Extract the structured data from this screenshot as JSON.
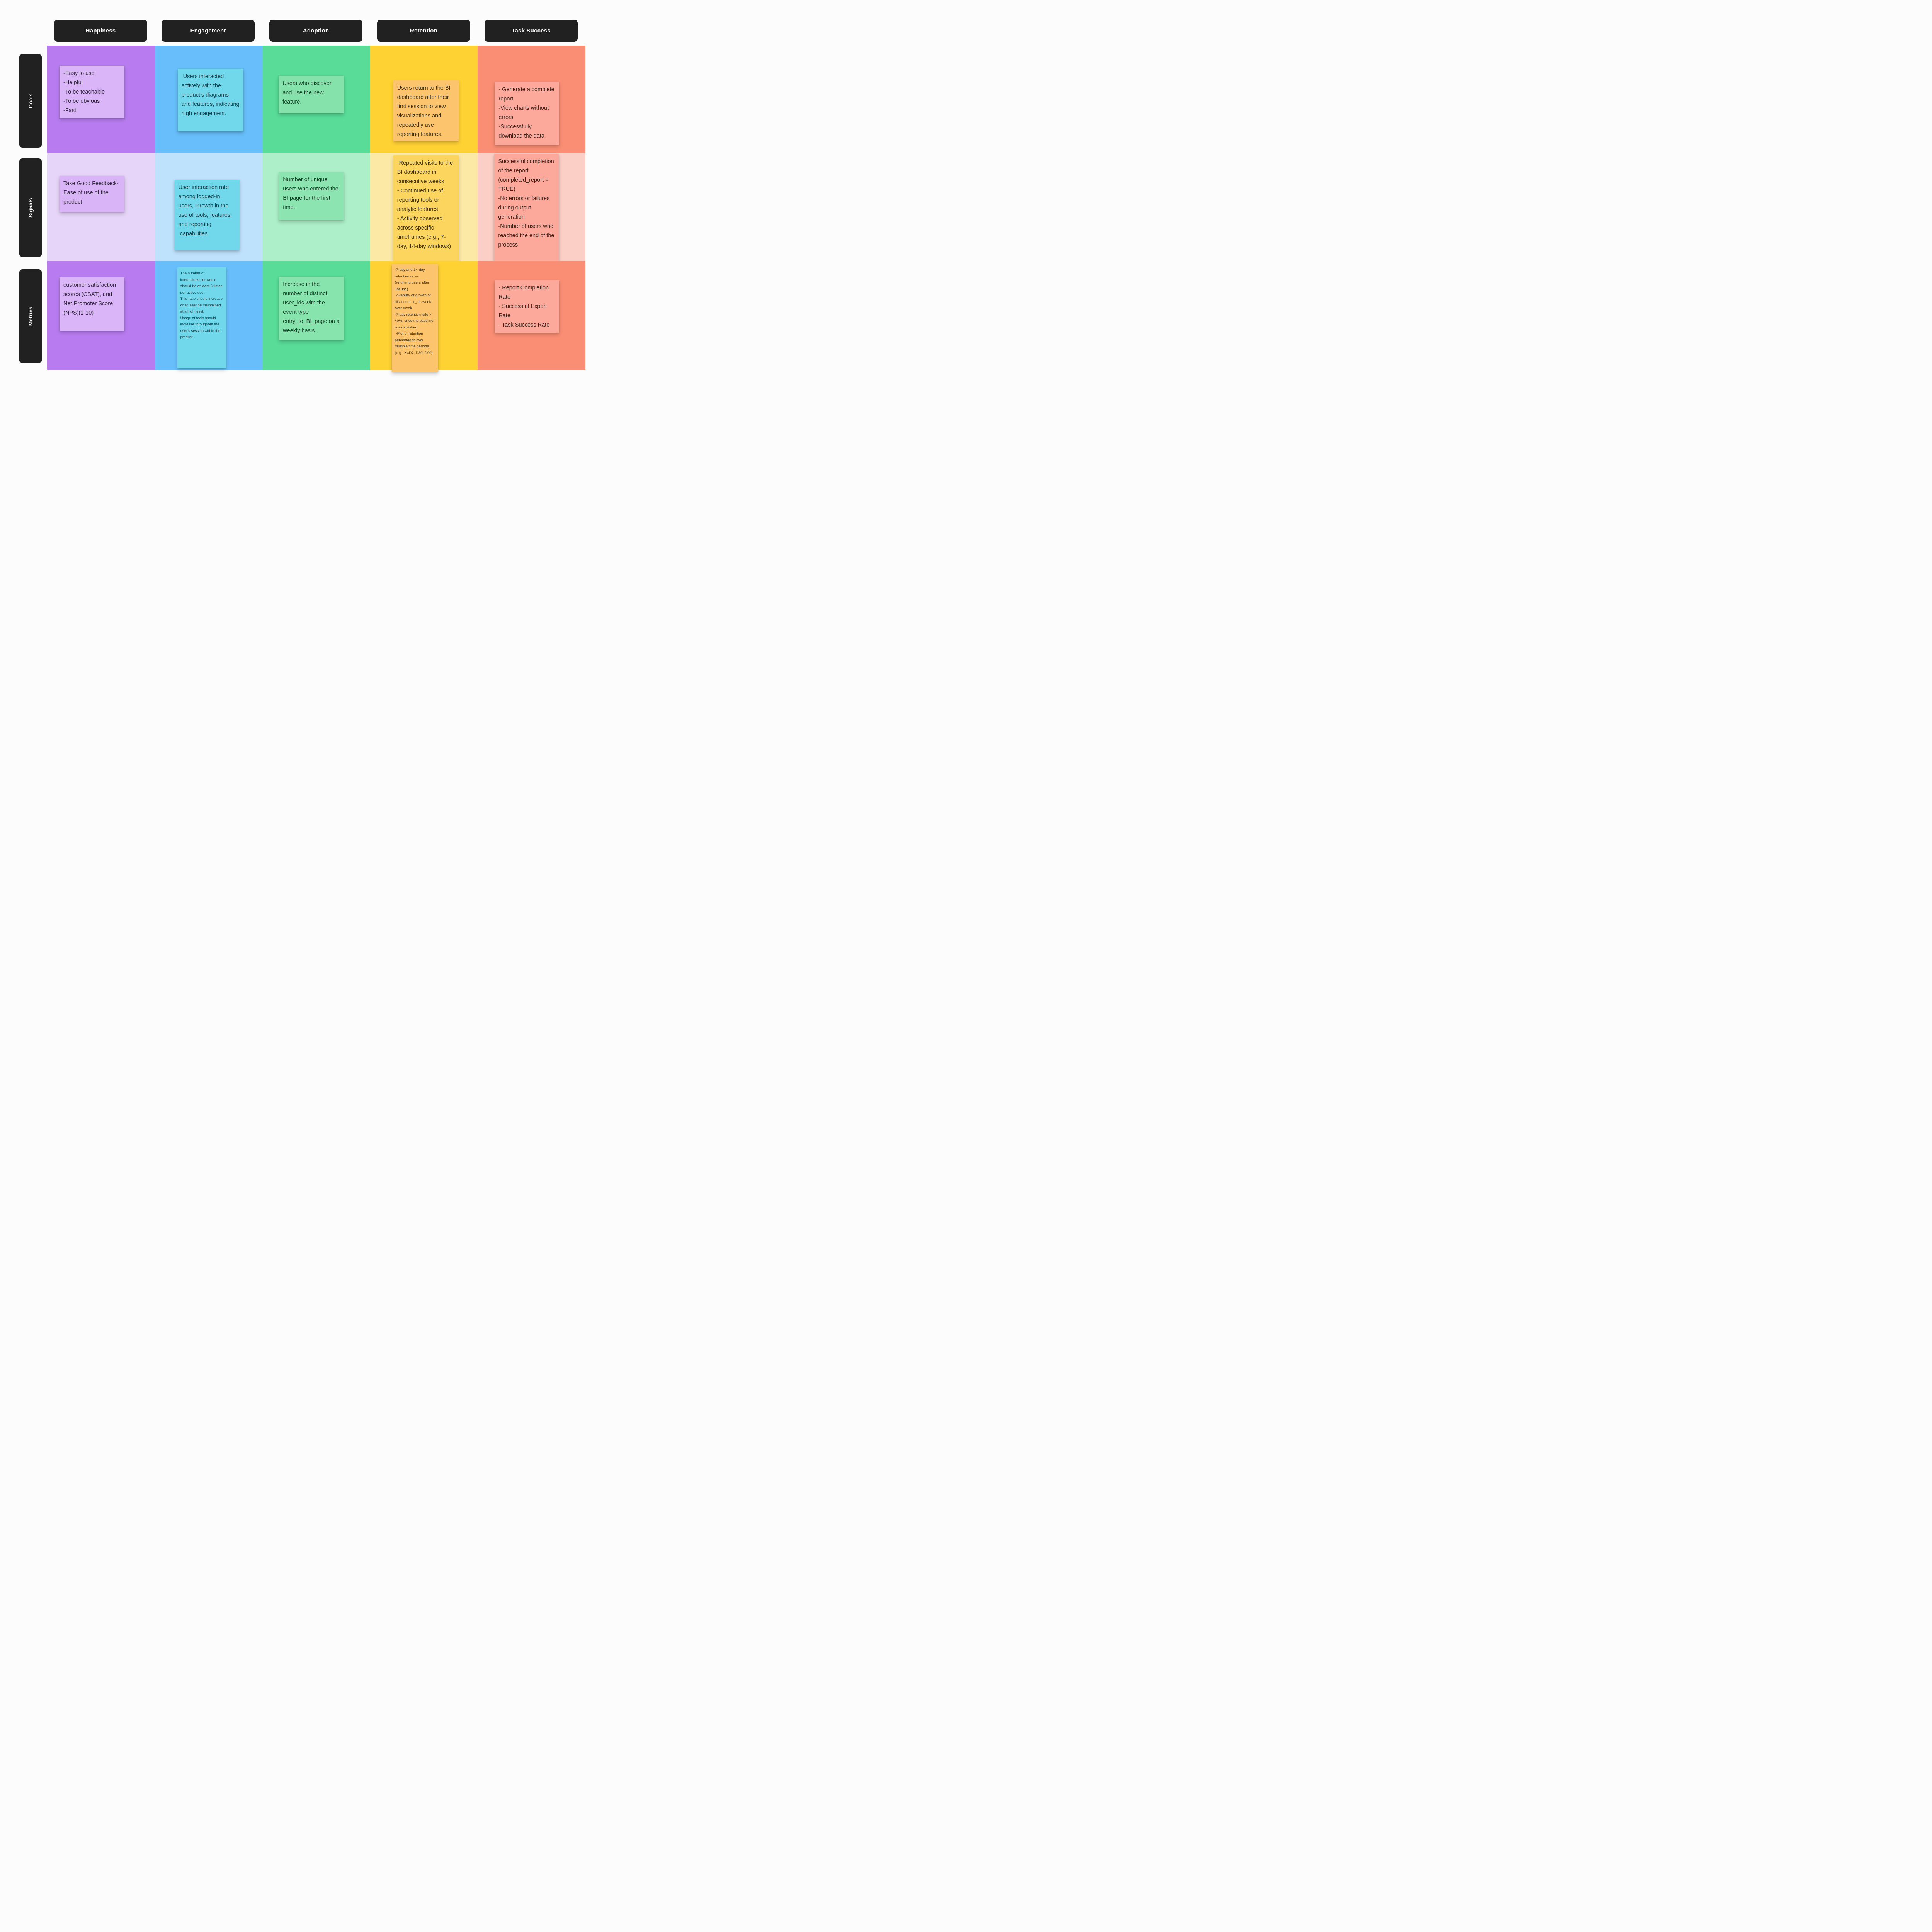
{
  "board": {
    "theme": {
      "page_background": "#FCFCFC",
      "header_bg": "#212121",
      "header_text": "#FFFFFF"
    },
    "row_labels": [
      {
        "label": "Goals"
      },
      {
        "label": "Signals"
      },
      {
        "label": "Metrics"
      }
    ],
    "columns": [
      {
        "header": "Happiness",
        "colors": {
          "strong": "#B87CF0",
          "light": "#E6D5F8",
          "note_goals": "#DAB5F7",
          "note_signals": "#D9B4F6",
          "note_metrics": "#DAB5F7",
          "text": "#302939"
        },
        "notes": {
          "goals": "-Easy to use\n-Helpful\n-To be teachable\n-To be obvious\n-Fast",
          "signals": "Take Good Feedback- Ease of use of the product",
          "metrics": "customer satisfaction scores (CSAT), and Net Promoter Score (NPS)(1-10)"
        }
      },
      {
        "header": "Engagement",
        "colors": {
          "strong": "#67BEFA",
          "light": "#BFE2FC",
          "note_goals": "#70D8EA",
          "note_signals": "#70D8EA",
          "note_metrics": "#70D8EA",
          "text": "#1D3B45"
        },
        "notes": {
          "goals": " Users interacted actively with the product’s diagrams and features, indicating high engagement.",
          "signals": "User interaction rate among logged-in users, Growth in the use of tools, features, and reporting\n capabilities",
          "metrics": "The number of interactions per week should be at least 3 times per active user.\nThis ratio should increase or at least be maintained at a high level.\nUsage of tools should increase throughout the user's session within the product."
        }
      },
      {
        "header": "Adoption",
        "colors": {
          "strong": "#58DC97",
          "light": "#ACEFC8",
          "note_goals": "#84E2AA",
          "note_signals": "#8CE5B1",
          "note_metrics": "#86E4AC",
          "text": "#1A3C29"
        },
        "notes": {
          "goals": "Users who discover and use the new feature.",
          "signals": "Number of unique users who entered the BI page for the first time.",
          "metrics": "Increase in the number of distinct user_ids with the event type entry_to_BI_page on a weekly basis."
        }
      },
      {
        "header": "Retention",
        "colors": {
          "strong": "#FFD233",
          "light": "#FDE9A6",
          "note_goals": "#FBC46D",
          "note_signals": "#FBD55E",
          "note_metrics": "#FBC46D",
          "text": "#3A3220"
        },
        "notes": {
          "goals": "Users return to the BI dashboard after their first session to view visualizations and repeatedly use reporting features.",
          "signals": "-Repeated visits to the BI dashboard in consecutive weeks\n- Continued use of reporting tools or analytic features\n- Activity observed across specific timeframes (e.g., 7-day, 14-day windows)",
          "metrics": "-7-day and 14-day retention rates (returning users after 1st use)\n -Stability or growth of distinct user_ids week-over-week\n-7-day retention rate > 40%, once the baseline is established\n -Plot of retention percentages over multiple time periods (e.g., X=D7, D30, D90)."
        }
      },
      {
        "header": "Task Success",
        "colors": {
          "strong": "#FA8E74",
          "light": "#FBCFC5",
          "note_goals": "#FCA99B",
          "note_signals": "#FCA99B",
          "note_metrics": "#FCA99B",
          "text": "#35231E"
        },
        "notes": {
          "goals": "- Generate a complete report\n-View charts without errors\n-Successfully download the data",
          "signals": "Successful completion of the report (completed_report = TRUE)\n-No errors or failures during output generation\n-Number of users who reached the end of the process",
          "metrics": "- Report Completion Rate\n- Successful Export Rate\n- Task Success Rate"
        }
      }
    ]
  }
}
